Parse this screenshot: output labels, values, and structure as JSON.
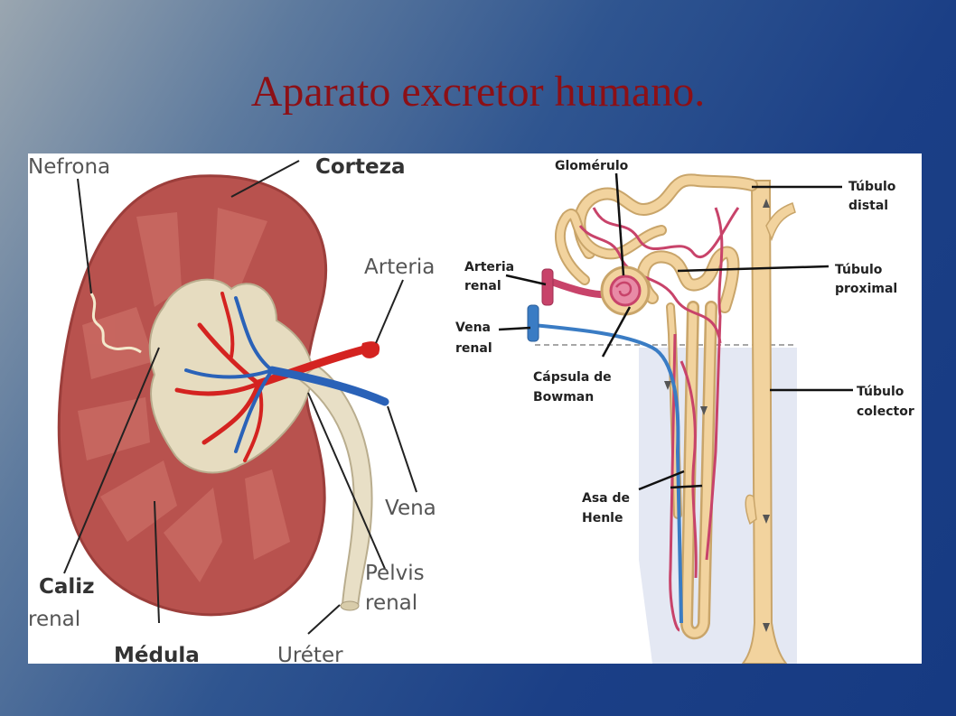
{
  "slide": {
    "title": "Aparato excretor humano."
  },
  "kidney": {
    "labels": {
      "nefrona": "Nefrona",
      "corteza": "Corteza",
      "arteria": "Arteria",
      "vena": "Vena",
      "caliz_1": "Caliz",
      "caliz_2": "renal",
      "medula": "Médula",
      "pelvis_1": "Pelvis",
      "pelvis_2": "renal",
      "ureter": "Uréter"
    },
    "colors": {
      "cortex": "#b8524e",
      "pelvis": "#e6dcc0",
      "artery": "#d42320",
      "vein": "#2a62b8"
    }
  },
  "nephron": {
    "labels": {
      "glomerulo": "Glomérulo",
      "tubulo_distal_1": "Túbulo",
      "tubulo_distal_2": "distal",
      "arteria_renal_1": "Arteria",
      "arteria_renal_2": "renal",
      "tubulo_proximal_1": "Túbulo",
      "tubulo_proximal_2": "proximal",
      "vena_renal_1": "Vena",
      "vena_renal_2": "renal",
      "capsula_1": "Cápsula de",
      "capsula_2": "Bowman",
      "tubulo_colector_1": "Túbulo",
      "tubulo_colector_2": "colector",
      "asa_1": "Asa de",
      "asa_2": "Henle"
    },
    "colors": {
      "tubule": "#f2d39e",
      "capillary": "#c8436a",
      "vein": "#3a7cc4"
    }
  }
}
